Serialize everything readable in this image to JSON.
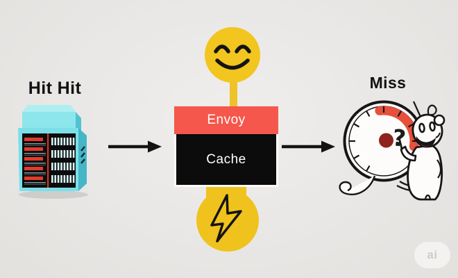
{
  "diagram": {
    "description_labels": {
      "source": "Hit Hit",
      "result": "Miss"
    },
    "proxy_box": {
      "top": "Envoy",
      "bottom": "Cache"
    },
    "gauge": {
      "question_mark": "?"
    },
    "watermark": {
      "text": "ai"
    },
    "icons": {
      "left": "server-rack-icon",
      "above_proxy": "smiley-face-icon",
      "below_proxy": "lightning-bolt-icon",
      "right": "stopwatch-icon",
      "right_character": "mascot-character",
      "connectors": [
        "arrow-right-icon",
        "arrow-right-icon"
      ]
    },
    "colors": {
      "background": "#e9e7e5",
      "envoy_red": "#f5574c",
      "cache_black": "#0c0c0c",
      "accent_yellow": "#f0c21e",
      "server_teal": "#7cdfe8",
      "gauge_red": "#e7503b",
      "gauge_dot_maroon": "#8e221c",
      "outline_black": "#161616",
      "text_white": "#ffffff"
    }
  }
}
